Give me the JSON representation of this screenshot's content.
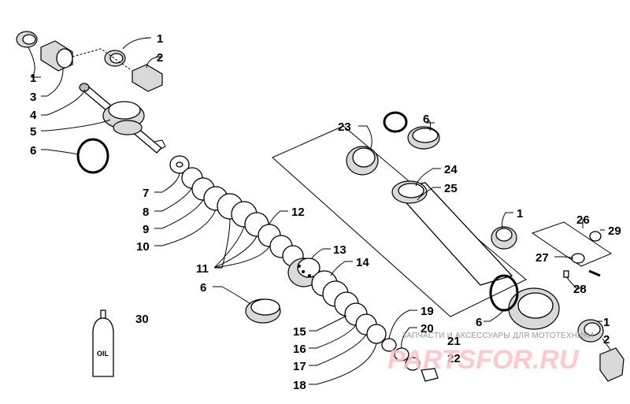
{
  "diagram": {
    "callouts": [
      {
        "id": "c1a",
        "label": "1"
      },
      {
        "id": "c2a",
        "label": "2"
      },
      {
        "id": "c1b",
        "label": "1"
      },
      {
        "id": "c3",
        "label": "3"
      },
      {
        "id": "c4",
        "label": "4"
      },
      {
        "id": "c5",
        "label": "5"
      },
      {
        "id": "c6a",
        "label": "6"
      },
      {
        "id": "c7",
        "label": "7"
      },
      {
        "id": "c8",
        "label": "8"
      },
      {
        "id": "c9",
        "label": "9"
      },
      {
        "id": "c10",
        "label": "10"
      },
      {
        "id": "c11",
        "label": "11"
      },
      {
        "id": "c12",
        "label": "12"
      },
      {
        "id": "c13",
        "label": "13"
      },
      {
        "id": "c14",
        "label": "14"
      },
      {
        "id": "c6b",
        "label": "6"
      },
      {
        "id": "c15",
        "label": "15"
      },
      {
        "id": "c16",
        "label": "16"
      },
      {
        "id": "c17",
        "label": "17"
      },
      {
        "id": "c18",
        "label": "18"
      },
      {
        "id": "c19",
        "label": "19"
      },
      {
        "id": "c20",
        "label": "20"
      },
      {
        "id": "c21",
        "label": "21"
      },
      {
        "id": "c22",
        "label": "22"
      },
      {
        "id": "c23",
        "label": "23"
      },
      {
        "id": "c6c",
        "label": "6"
      },
      {
        "id": "c24",
        "label": "24"
      },
      {
        "id": "c25",
        "label": "25"
      },
      {
        "id": "c1c",
        "label": "1"
      },
      {
        "id": "c26",
        "label": "26"
      },
      {
        "id": "c29",
        "label": "29"
      },
      {
        "id": "c27",
        "label": "27"
      },
      {
        "id": "c28",
        "label": "28"
      },
      {
        "id": "c6d",
        "label": "6"
      },
      {
        "id": "c1d",
        "label": "1"
      },
      {
        "id": "c2b",
        "label": "2"
      },
      {
        "id": "c30",
        "label": "30"
      }
    ],
    "oil_bottle_label": "OIL"
  },
  "watermark": {
    "text": "ЗАПЧАСТИ И АКСЕССУАРЫ ДЛЯ МОТОТЕХНИКИ",
    "logo": "PARTSFOR.RU"
  }
}
